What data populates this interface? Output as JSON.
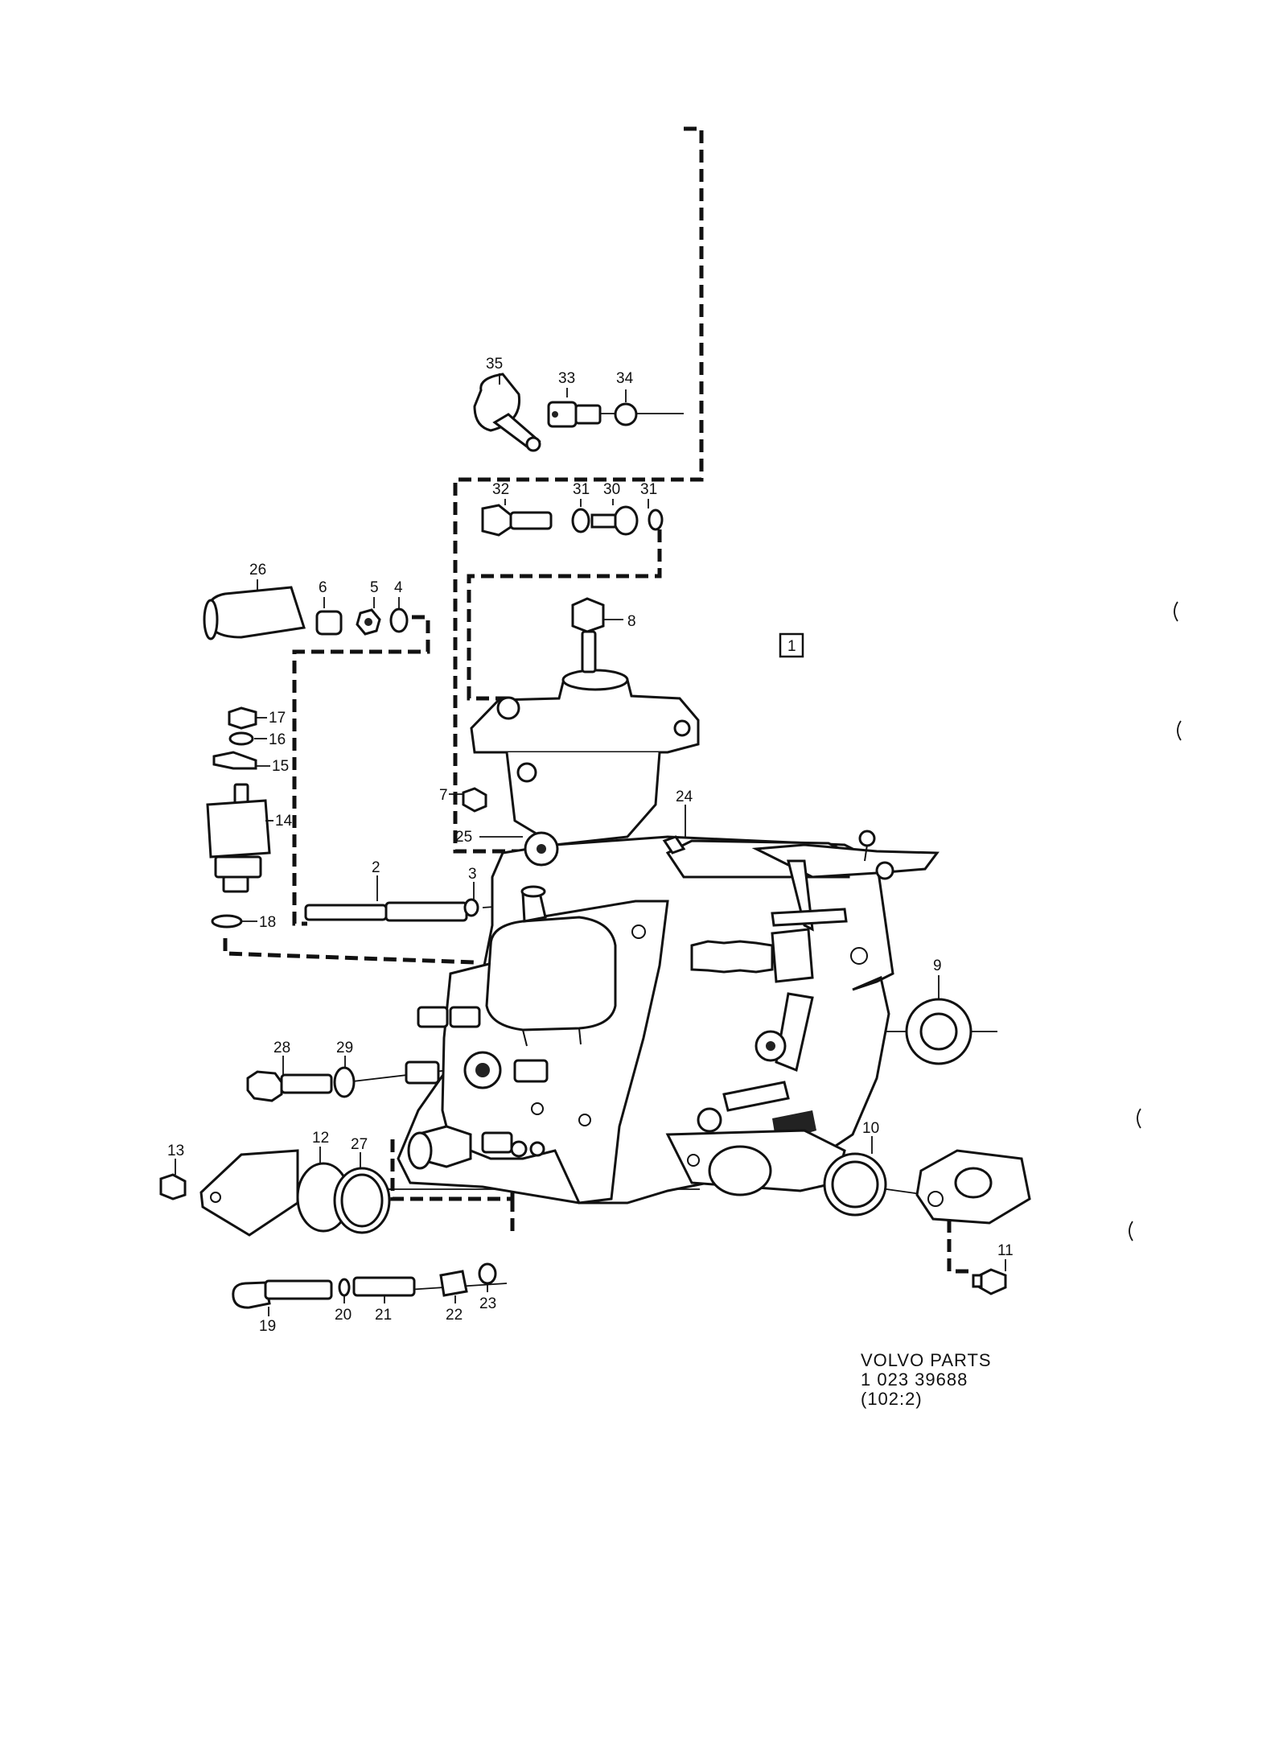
{
  "diagram": {
    "view_marker": "1",
    "caption": {
      "line1": "VOLVO PARTS",
      "line2": "1  023  39688",
      "line3": "(102:2)"
    },
    "callouts": [
      {
        "id": "c35",
        "label": "35"
      },
      {
        "id": "c33",
        "label": "33"
      },
      {
        "id": "c34",
        "label": "34"
      },
      {
        "id": "c32",
        "label": "32"
      },
      {
        "id": "c31a",
        "label": "31"
      },
      {
        "id": "c30",
        "label": "30"
      },
      {
        "id": "c31b",
        "label": "31"
      },
      {
        "id": "c26",
        "label": "26"
      },
      {
        "id": "c6",
        "label": "6"
      },
      {
        "id": "c5",
        "label": "5"
      },
      {
        "id": "c4",
        "label": "4"
      },
      {
        "id": "c8",
        "label": "8"
      },
      {
        "id": "c17",
        "label": "17"
      },
      {
        "id": "c16",
        "label": "16"
      },
      {
        "id": "c15",
        "label": "15"
      },
      {
        "id": "c14",
        "label": "14"
      },
      {
        "id": "c7",
        "label": "7"
      },
      {
        "id": "c24",
        "label": "24"
      },
      {
        "id": "c25",
        "label": "25"
      },
      {
        "id": "c2",
        "label": "2"
      },
      {
        "id": "c3",
        "label": "3"
      },
      {
        "id": "c18",
        "label": "18"
      },
      {
        "id": "c9",
        "label": "9"
      },
      {
        "id": "c28",
        "label": "28"
      },
      {
        "id": "c29",
        "label": "29"
      },
      {
        "id": "c10",
        "label": "10"
      },
      {
        "id": "c13",
        "label": "13"
      },
      {
        "id": "c12",
        "label": "12"
      },
      {
        "id": "c27",
        "label": "27"
      },
      {
        "id": "c11",
        "label": "11"
      },
      {
        "id": "c19",
        "label": "19"
      },
      {
        "id": "c20",
        "label": "20"
      },
      {
        "id": "c21",
        "label": "21"
      },
      {
        "id": "c22",
        "label": "22"
      },
      {
        "id": "c23",
        "label": "23"
      }
    ]
  }
}
